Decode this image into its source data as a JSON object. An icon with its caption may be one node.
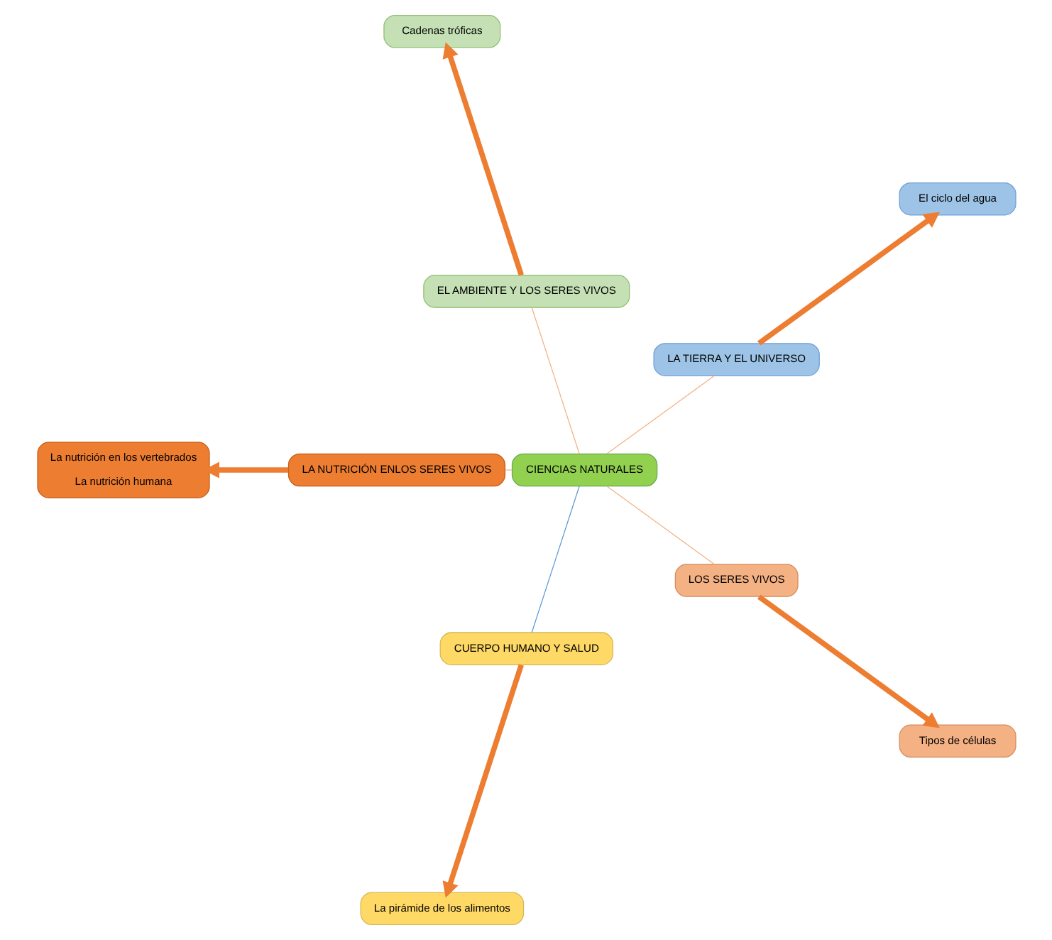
{
  "diagram": {
    "nodes": [
      {
        "text": [
          "CIENCIAS NATURALES"
        ]
      },
      {
        "text": [
          "LA TIERRA Y EL UNIVERSO"
        ]
      },
      {
        "text": [
          "El ciclo del agua"
        ]
      },
      {
        "text": [
          "EL AMBIENTE Y LOS SERES VIVOS"
        ]
      },
      {
        "text": [
          "Cadenas tróficas"
        ]
      },
      {
        "text": [
          "LA NUTRICIÓN ENLOS SERES VIVOS"
        ]
      },
      {
        "text": [
          "La nutrición en los vertebrados",
          "La nutrición humana"
        ]
      },
      {
        "text": [
          "CUERPO HUMANO Y SALUD"
        ]
      },
      {
        "text": [
          "La pirámide de los alimentos"
        ]
      },
      {
        "text": [
          "LOS SERES VIVOS"
        ]
      },
      {
        "text": [
          "Tipos de células"
        ]
      }
    ],
    "edges": [
      {
        "from": 0,
        "to": 1,
        "arrow": "none",
        "color": "#f4b183"
      },
      {
        "from": 1,
        "to": 2,
        "arrow": "to",
        "style": "thick",
        "color": "#ed7d31"
      },
      {
        "from": 0,
        "to": 3,
        "arrow": "none",
        "color": "#f4b183"
      },
      {
        "from": 3,
        "to": 4,
        "arrow": "to",
        "style": "thick",
        "color": "#ed7d31"
      },
      {
        "from": 0,
        "to": 5,
        "arrow": "none",
        "color": "#f4b183"
      },
      {
        "from": 5,
        "to": 6,
        "arrow": "to",
        "style": "thick",
        "color": "#ed7d31"
      },
      {
        "from": 0,
        "to": 7,
        "arrow": "none",
        "color": "#5b9bd5"
      },
      {
        "from": 7,
        "to": 8,
        "arrow": "to",
        "style": "thick",
        "color": "#ed7d31"
      },
      {
        "from": 0,
        "to": 9,
        "arrow": "none",
        "color": "#f4b183"
      },
      {
        "from": 9,
        "to": 10,
        "arrow": "to",
        "style": "thick",
        "color": "#ed7d31"
      }
    ]
  }
}
